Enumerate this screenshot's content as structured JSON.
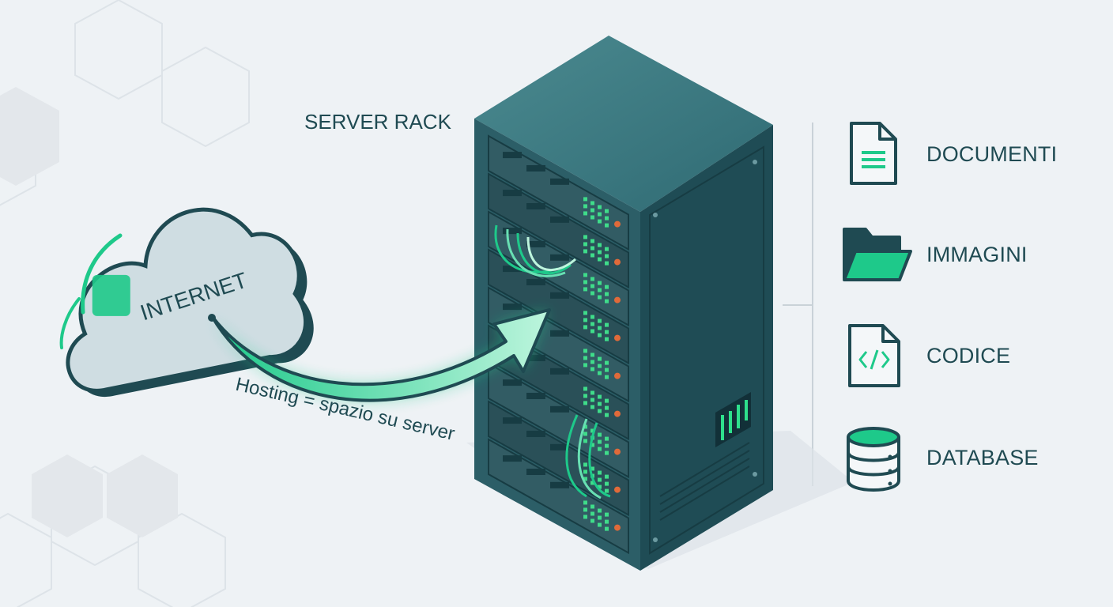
{
  "cloud": {
    "label": "INTERNET"
  },
  "server": {
    "label": "SERVER RACK"
  },
  "arrow": {
    "caption": "Hosting = spazio su server"
  },
  "categories": [
    {
      "label": "DOCUMENTI",
      "icon": "document-icon"
    },
    {
      "label": "IMMAGINI",
      "icon": "folder-icon"
    },
    {
      "label": "CODICE",
      "icon": "code-file-icon"
    },
    {
      "label": "DATABASE",
      "icon": "database-icon"
    }
  ],
  "colors": {
    "accent": "#1ec98a",
    "dark_teal": "#1f4a52",
    "rack_front": "#2c5e67",
    "rack_side": "#1f4c55",
    "rack_top": "#3f7880",
    "background": "#eef2f5"
  }
}
